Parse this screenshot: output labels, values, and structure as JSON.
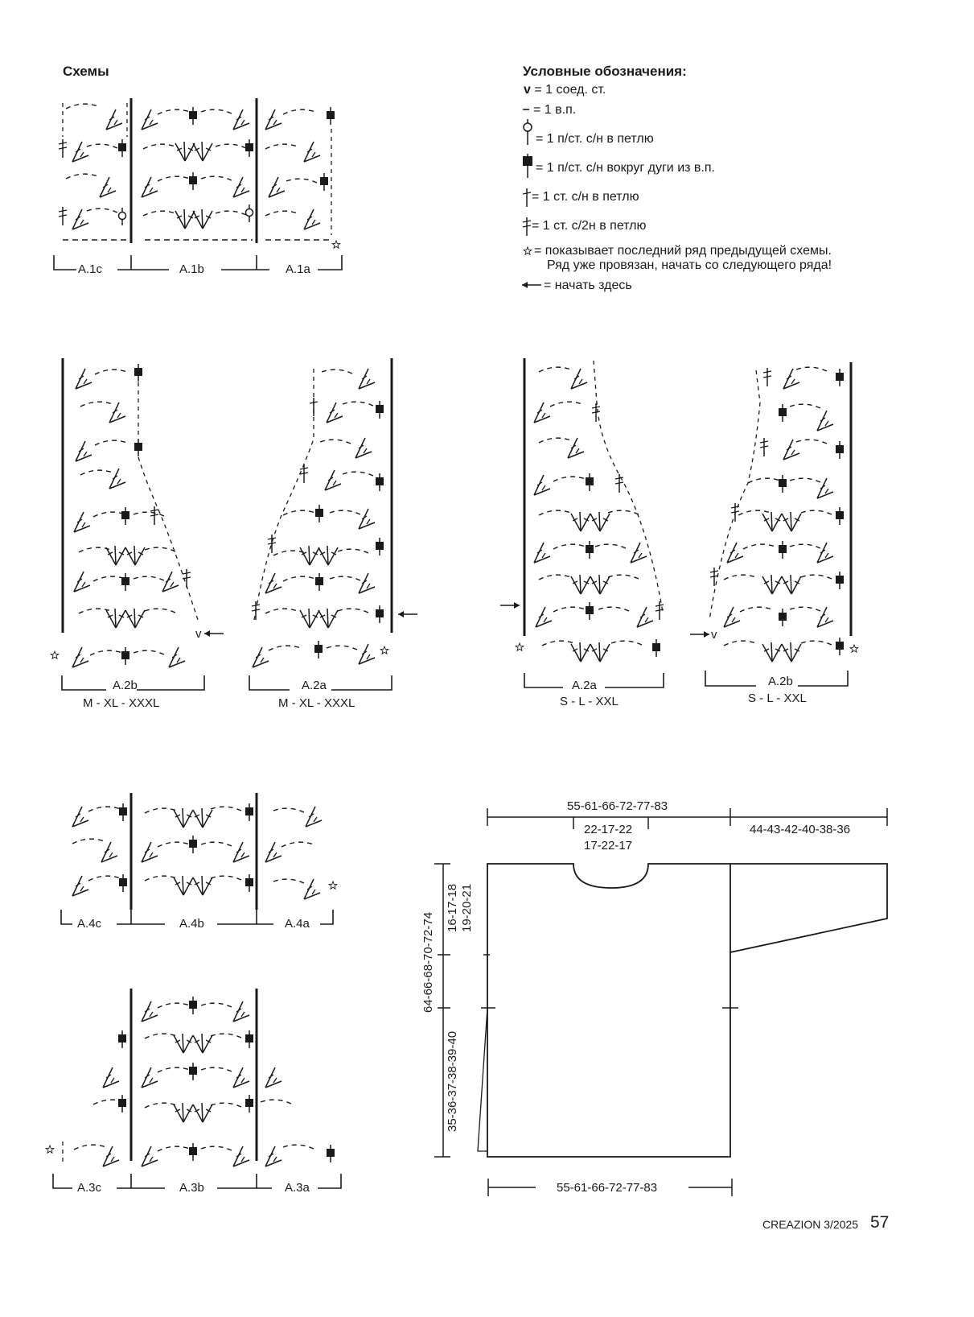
{
  "header": {
    "schemes_title": "Схемы"
  },
  "legend": {
    "title": "Условные обозначения:",
    "items": [
      {
        "symbol": "v",
        "text": "= 1 соед. ст."
      },
      {
        "symbol": "dash",
        "text": "= 1 в.п."
      },
      {
        "symbol": "open-circle",
        "text": "= 1 п/ст. с/н в петлю"
      },
      {
        "symbol": "filled-square",
        "text": "= 1 п/ст. с/н вокруг дуги из в.п."
      },
      {
        "symbol": "cross-1",
        "text": "= 1 ст. с/н в петлю"
      },
      {
        "symbol": "cross-2",
        "text": "= 1 ст. с/2н в петлю"
      },
      {
        "symbol": "star",
        "text": "= показывает последний ряд предыдущей схемы.",
        "text2": "Ряд уже провязан, начать со следующего ряда!"
      },
      {
        "symbol": "arrow-left",
        "text": "= начать здесь"
      }
    ]
  },
  "marks": {
    "v": "v",
    "star": "☆"
  },
  "charts": {
    "a1": {
      "labels": [
        "A.1c",
        "A.1b",
        "A.1a"
      ]
    },
    "a2b_m": {
      "label": "A.2b",
      "sizes": "M - XL - XXXL"
    },
    "a2a_m": {
      "label": "A.2a",
      "sizes": "M - XL - XXXL"
    },
    "a2a_s": {
      "label": "A.2a",
      "sizes": "S - L - XXL"
    },
    "a2b_s": {
      "label": "A.2b",
      "sizes": "S - L - XXL"
    },
    "a4": {
      "labels": [
        "A.4c",
        "A.4b",
        "A.4a"
      ]
    },
    "a3": {
      "labels": [
        "A.3c",
        "A.3b",
        "A.3a"
      ]
    }
  },
  "schematic": {
    "top_width": "55-61-66-72-77-83",
    "neck_width_1": "22-17-22",
    "neck_width_2": "17-22-17",
    "sleeve_length": "44-43-42-40-38-36",
    "total_height": "64-66-68-70-72-74",
    "armhole_1": "16-17-18",
    "armhole_2": "19-20-21",
    "lower_height": "35-36-37-38-39-40",
    "bottom_width": "55-61-66-72-77-83"
  },
  "footer": {
    "magazine": "CREAZION 3/2025",
    "page_number": "57"
  },
  "colors": {
    "ink": "#1a1a1a",
    "background": "#ffffff"
  }
}
